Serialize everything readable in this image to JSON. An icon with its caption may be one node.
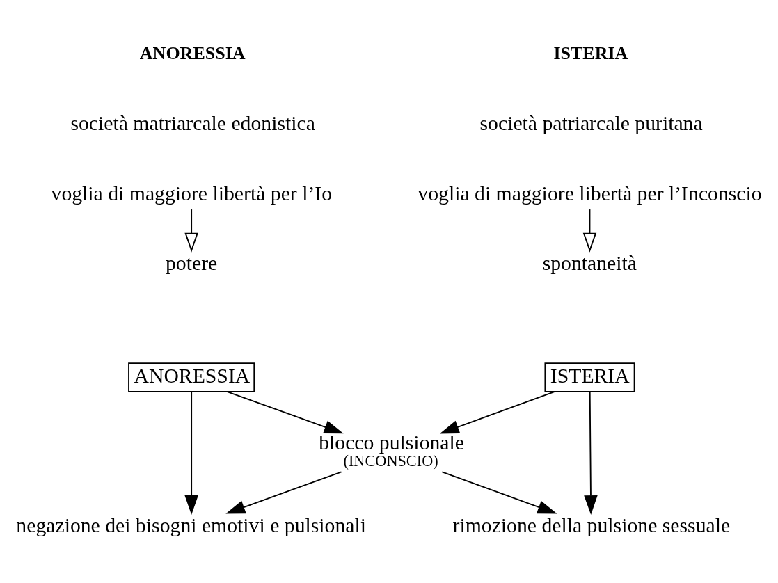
{
  "diagram": {
    "nodes": [
      {
        "text": [
          "voglia di maggiore libertà per l’Inconscio"
        ]
      },
      {
        "text": [
          "spontaneità"
        ]
      },
      {
        "text": [
          "voglia di maggiore libertà per l’Io"
        ]
      },
      {
        "text": [
          "potere"
        ]
      },
      {
        "text": [
          "ISTERIA"
        ]
      },
      {
        "text": [
          "ANORESSIA"
        ]
      },
      {
        "text": [
          "blocco pulsionale",
          "(INCONSCIO)"
        ]
      },
      {
        "text": [
          "rimozione della pulsione sessuale"
        ]
      },
      {
        "text": [
          "negazione dei bisogni emotivi e pulsionali"
        ]
      }
    ],
    "edges": [
      {
        "from": 0,
        "to": 1,
        "arrow": "to"
      },
      {
        "from": 2,
        "to": 3,
        "arrow": "to"
      },
      {
        "from": 4,
        "to": 6,
        "arrow": "to"
      },
      {
        "from": 5,
        "to": 6,
        "arrow": "to"
      },
      {
        "from": 4,
        "to": 7,
        "arrow": "to"
      },
      {
        "from": 5,
        "to": 8,
        "arrow": "to"
      },
      {
        "from": 6,
        "to": 7,
        "arrow": "to"
      },
      {
        "from": 6,
        "to": 8,
        "arrow": "to"
      }
    ],
    "labels": [
      "ISTERIA",
      "ANORESSIA",
      "società patriarcale puritana",
      "società matriarcale edonistica"
    ]
  }
}
